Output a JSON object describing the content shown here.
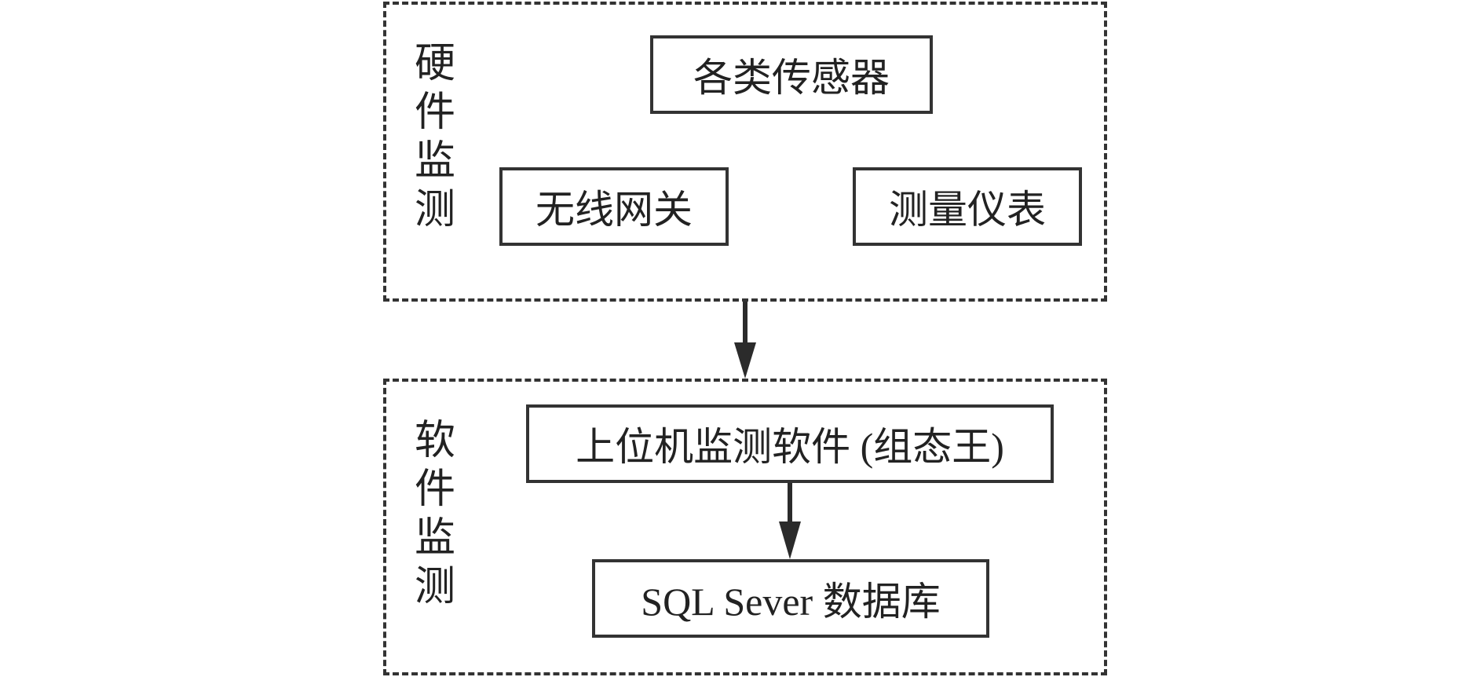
{
  "hardware": {
    "label_chars": [
      "硬",
      "件",
      "监",
      "测"
    ],
    "sensors": "各类传感器",
    "gateway": "无线网关",
    "instruments": "测量仪表"
  },
  "software": {
    "label_chars": [
      "软",
      "件",
      "监",
      "测"
    ],
    "host_software": "上位机监测软件 (组态王)",
    "database": "SQL Sever 数据库"
  },
  "colors": {
    "stroke": "#333333",
    "text": "#222222",
    "background": "#ffffff"
  }
}
